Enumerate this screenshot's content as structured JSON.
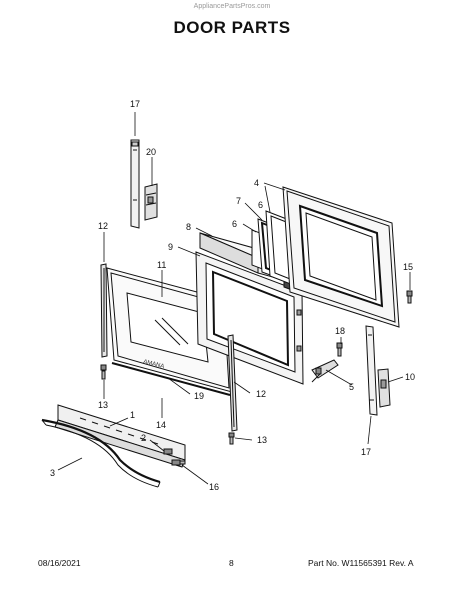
{
  "header": {
    "watermark": "AppliancePartsPros.com",
    "title": "DOOR PARTS"
  },
  "callouts": {
    "c1": "1",
    "c2": "2",
    "c3": "3",
    "c4": "4",
    "c5": "5",
    "c6a": "6",
    "c6b": "6",
    "c7": "7",
    "c8": "8",
    "c9": "9",
    "c10": "10",
    "c11": "11",
    "c12a": "12",
    "c12b": "12",
    "c13a": "13",
    "c13b": "13",
    "c14": "14",
    "c15": "15",
    "c16": "16",
    "c17a": "17",
    "c17b": "17",
    "c18": "18",
    "c19": "19",
    "c20": "20"
  },
  "footer": {
    "date": "08/16/2021",
    "page": "8",
    "part_info": "Part No. W11565391  Rev. A"
  }
}
